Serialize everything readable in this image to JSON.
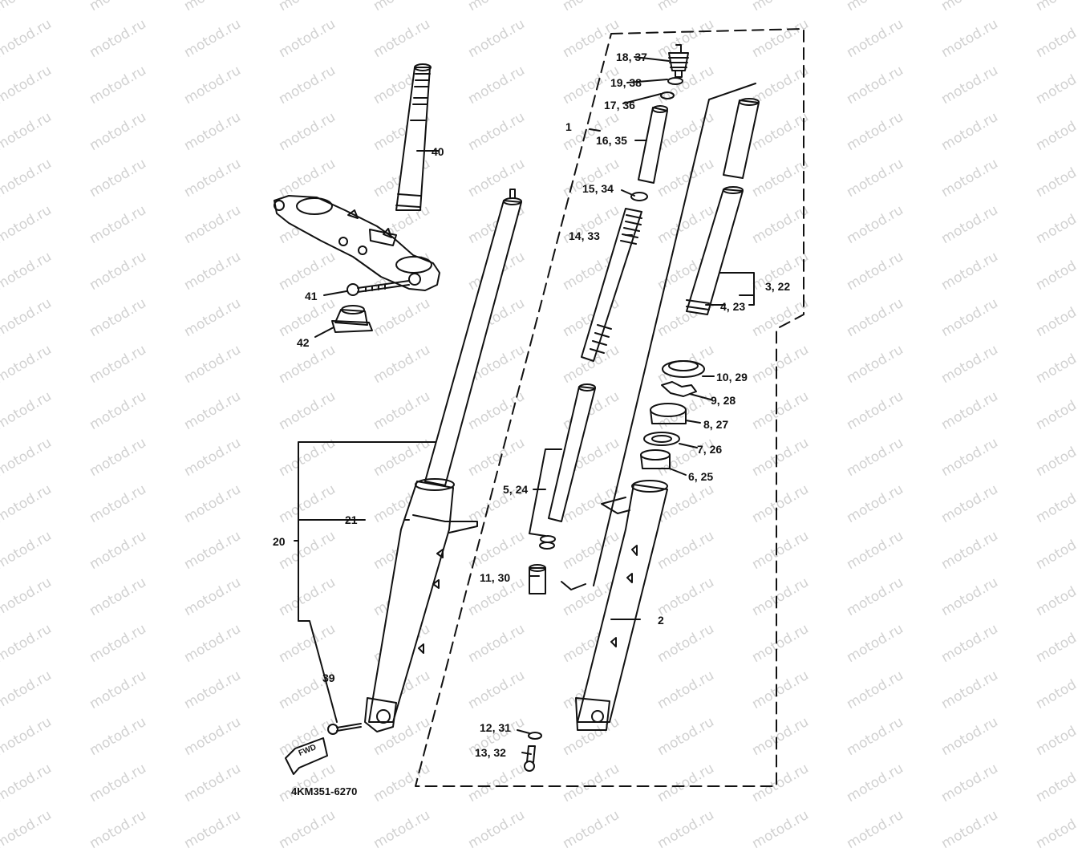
{
  "diagram": {
    "title": "Front Fork exploded parts diagram",
    "part_code": "4KM351-6270",
    "watermark_text": "motod.ru",
    "fwd_arrow_label": "FWD",
    "colors": {
      "line": "#111111",
      "background": "#ffffff",
      "watermark": "#c9c9c9"
    },
    "labels": [
      {
        "id": "p18-37",
        "text": "18, 37"
      },
      {
        "id": "p19-38",
        "text": "19, 38"
      },
      {
        "id": "p17-36",
        "text": "17, 36"
      },
      {
        "id": "p1",
        "text": "1"
      },
      {
        "id": "p16-35",
        "text": "16, 35"
      },
      {
        "id": "p15-34",
        "text": "15, 34"
      },
      {
        "id": "p14-33",
        "text": "14, 33"
      },
      {
        "id": "p3-22",
        "text": "3, 22"
      },
      {
        "id": "p4-23",
        "text": "4, 23"
      },
      {
        "id": "p10-29",
        "text": "10, 29"
      },
      {
        "id": "p9-28",
        "text": "9, 28"
      },
      {
        "id": "p8-27",
        "text": "8, 27"
      },
      {
        "id": "p7-26",
        "text": "7, 26"
      },
      {
        "id": "p6-25",
        "text": "6, 25"
      },
      {
        "id": "p5-24",
        "text": "5, 24"
      },
      {
        "id": "p11-30",
        "text": "11, 30"
      },
      {
        "id": "p2",
        "text": "2"
      },
      {
        "id": "p12-31",
        "text": "12, 31"
      },
      {
        "id": "p13-32",
        "text": "13, 32"
      },
      {
        "id": "p40",
        "text": "40"
      },
      {
        "id": "p41",
        "text": "41"
      },
      {
        "id": "p42",
        "text": "42"
      },
      {
        "id": "p20",
        "text": "20"
      },
      {
        "id": "p21",
        "text": "21"
      },
      {
        "id": "p39",
        "text": "39"
      }
    ]
  }
}
